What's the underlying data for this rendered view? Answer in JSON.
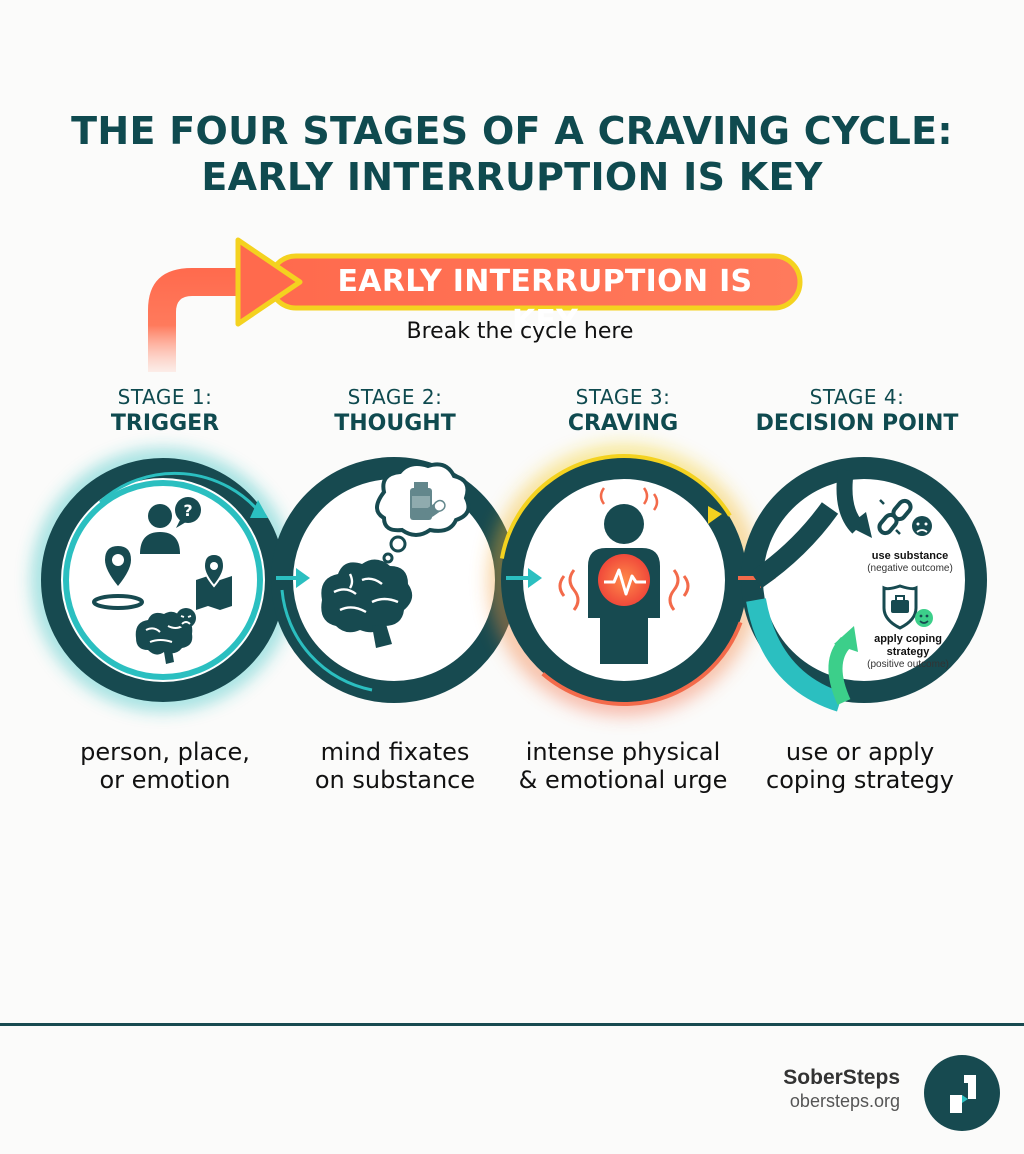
{
  "title": {
    "line1": "THE FOUR STAGES OF A CRAVING CYCLE:",
    "line2": "EARLY INTERRUPTION IS KEY"
  },
  "banner": {
    "label": "EARLY INTERRUPTION IS KEY",
    "sublabel": "Break the cycle here"
  },
  "stages": [
    {
      "number": "STAGE 1:",
      "name": "TRIGGER",
      "desc1": "person, place,",
      "desc2": "or emotion"
    },
    {
      "number": "STAGE 2:",
      "name": "THOUGHT",
      "desc1": "mind fixates",
      "desc2": "on substance"
    },
    {
      "number": "STAGE 3:",
      "name": "CRAVING",
      "desc1": "intense physical",
      "desc2": "& emotional urge"
    },
    {
      "number": "STAGE 4:",
      "name": "DECISION POINT",
      "desc1": "use or apply",
      "desc2": "coping strategy"
    }
  ],
  "decision_options": {
    "negative": {
      "label": "use substance",
      "outcome": "(negative outcome)"
    },
    "positive": {
      "label1": "apply coping",
      "label2": "strategy",
      "outcome": "(positive outcome)"
    }
  },
  "brand": {
    "name": "SoberSteps",
    "url": "obersteps.org"
  },
  "colors": {
    "dark_teal": "#174a50",
    "teal": "#2bbfc0",
    "orange": "#f36a4a",
    "yellow": "#f4d21f",
    "green": "#3ccf8a"
  },
  "icons": {
    "trigger": [
      "person-question-icon",
      "location-pin-icon",
      "map-pin-icon",
      "brain-worried-icon"
    ],
    "thought": [
      "thought-bubble-icon",
      "bottle-pill-icon",
      "brain-icon"
    ],
    "craving": [
      "body-heat-icon",
      "heartbeat-icon"
    ],
    "decision": [
      "broken-chain-icon",
      "sad-face-icon",
      "shield-briefcase-icon",
      "smile-face-icon"
    ]
  }
}
